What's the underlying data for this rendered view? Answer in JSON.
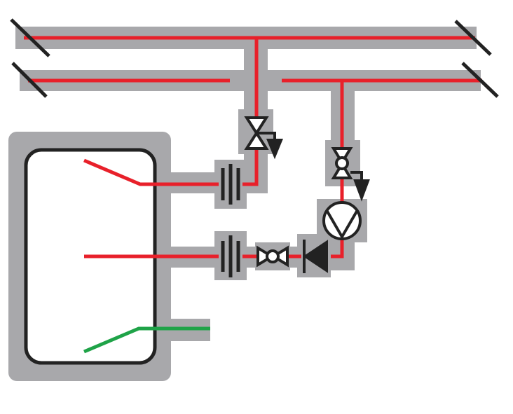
{
  "diagram": {
    "kind": "hydraulic-schematic",
    "components": [
      {
        "name": "storage-tank"
      },
      {
        "name": "supply-header-pipe"
      },
      {
        "name": "return-header-pipe"
      },
      {
        "name": "three-way-valve"
      },
      {
        "name": "ball-valve"
      },
      {
        "name": "circulation-pump"
      },
      {
        "name": "check-valve"
      },
      {
        "name": "flange-union"
      }
    ],
    "colors": {
      "hot": "#e8202a",
      "cold": "#1fa348",
      "insulation": "#a8a8ab",
      "outline": "#222222",
      "background": "#ffffff"
    }
  }
}
